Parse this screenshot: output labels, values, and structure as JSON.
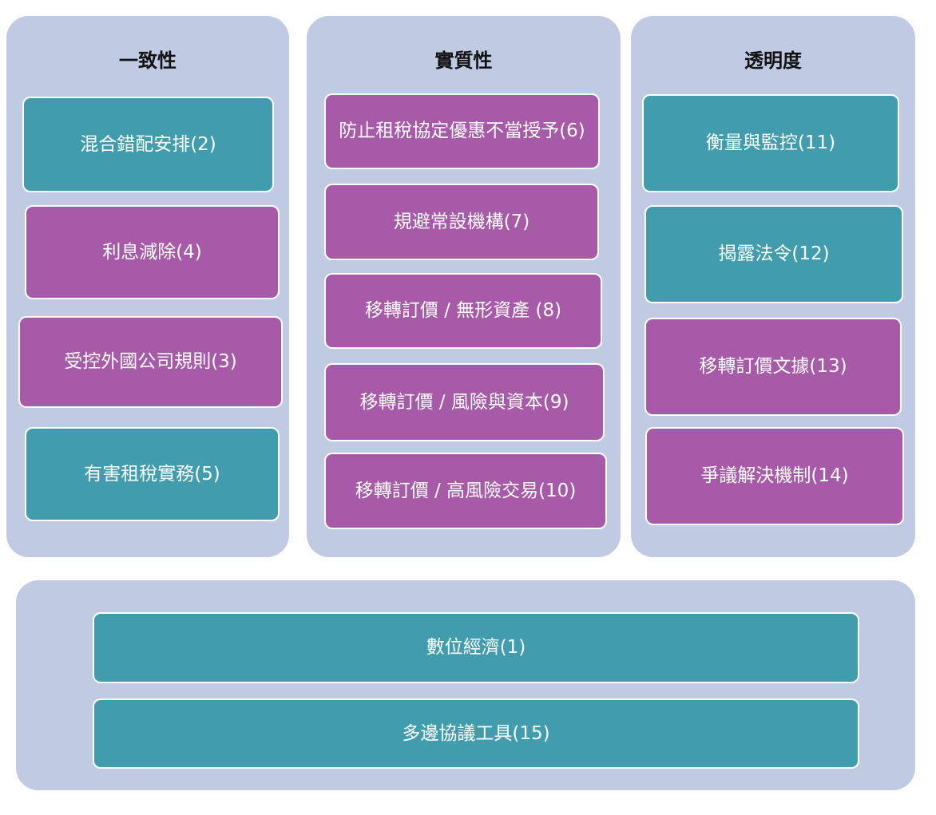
{
  "colors": {
    "panel": "#c0cbe3",
    "teal": "#419dae",
    "purple": "#a75aa8"
  },
  "columns": [
    {
      "title": "一致性",
      "items": [
        {
          "label": "混合錯配安排(2)",
          "color": "teal"
        },
        {
          "label": "利息減除(4)",
          "color": "purple"
        },
        {
          "label": "受控外國公司規則(3)",
          "color": "purple"
        },
        {
          "label": "有害租稅實務(5)",
          "color": "teal"
        }
      ]
    },
    {
      "title": "實質性",
      "items": [
        {
          "label": "防止租稅協定優惠不當授予(6)",
          "color": "purple"
        },
        {
          "label": "規避常設機構(7)",
          "color": "purple"
        },
        {
          "label": "移轉訂價 / 無形資產 (8)",
          "color": "purple"
        },
        {
          "label": "移轉訂價 / 風險與資本(9)",
          "color": "purple"
        },
        {
          "label": "移轉訂價 / 高風險交易(10)",
          "color": "purple"
        }
      ]
    },
    {
      "title": "透明度",
      "items": [
        {
          "label": "衡量與監控(11)",
          "color": "teal"
        },
        {
          "label": "揭露法令(12)",
          "color": "teal"
        },
        {
          "label": "移轉訂價文據(13)",
          "color": "purple"
        },
        {
          "label": "爭議解決機制(14)",
          "color": "purple"
        }
      ]
    }
  ],
  "bottom": {
    "items": [
      {
        "label": "數位經濟(1)",
        "color": "teal"
      },
      {
        "label": "多邊協議工具(15)",
        "color": "teal"
      }
    ]
  }
}
